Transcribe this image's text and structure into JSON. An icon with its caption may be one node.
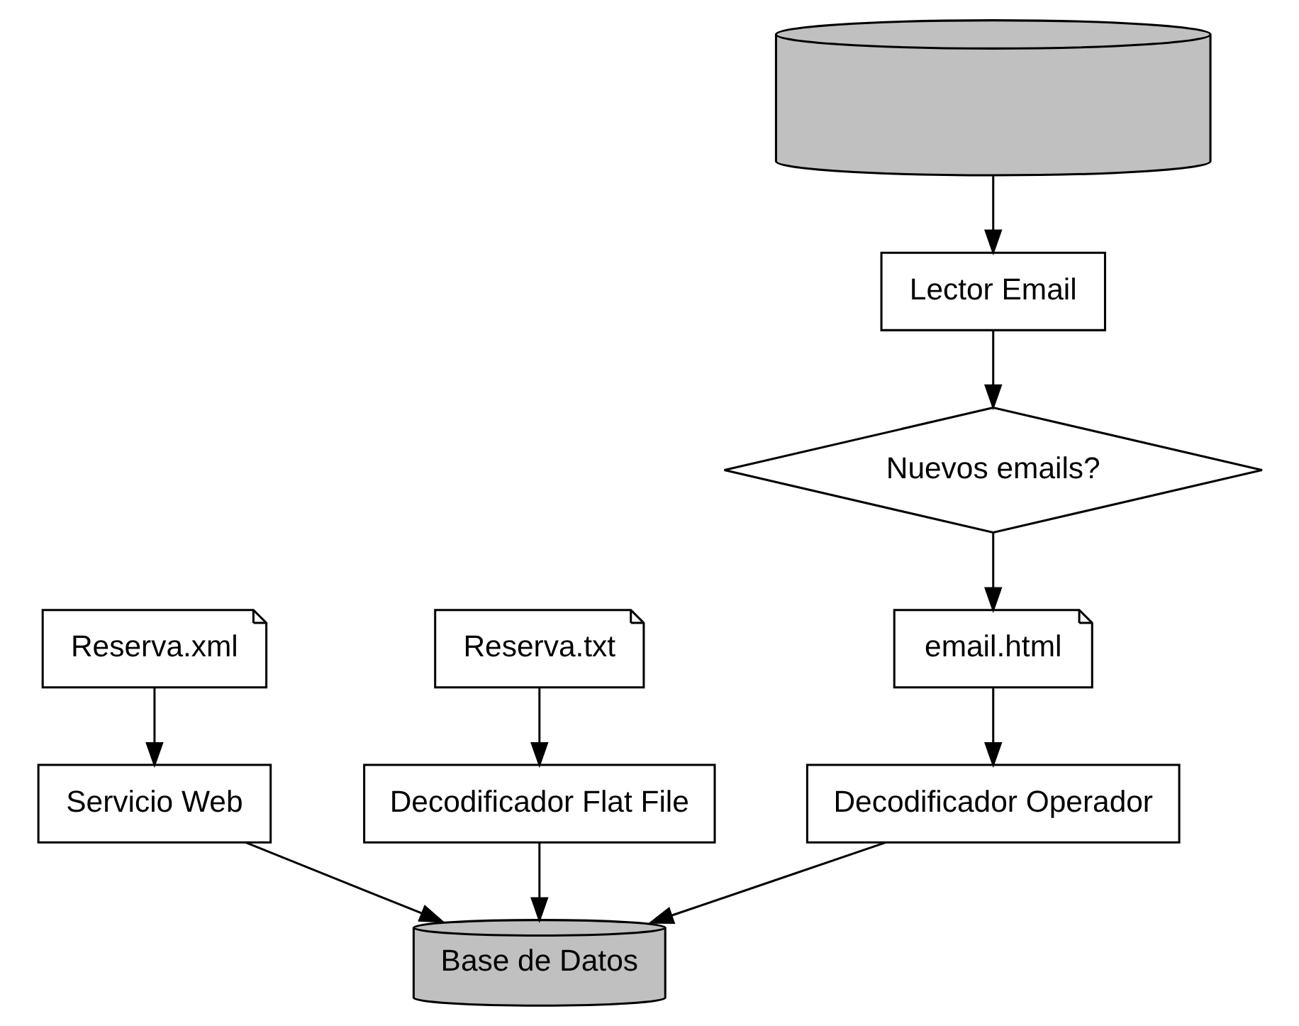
{
  "diagram": {
    "nodes": [
      {
        "text": [
          "Reserva.xml"
        ]
      },
      {
        "text": [
          "Servicio Web"
        ]
      },
      {
        "text": [
          "Reserva.txt"
        ]
      },
      {
        "text": [
          "Decodificador Flat File"
        ]
      },
      {
        "text": [
          "Base de Datos"
        ]
      },
      {
        "text": [],
        "shape": "cylinder"
      },
      {
        "text": [
          "Lector Email"
        ]
      },
      {
        "text": [
          "Nuevos emails?"
        ]
      },
      {
        "text": [
          "Decodificador Operador"
        ]
      },
      {
        "text": [
          "email.html"
        ]
      }
    ],
    "edges": [
      {
        "from": 0,
        "to": 1,
        "arrow": "to"
      },
      {
        "from": 1,
        "to": 4,
        "arrow": "to"
      },
      {
        "from": 2,
        "to": 3,
        "arrow": "to"
      },
      {
        "from": 3,
        "to": 4,
        "arrow": "to"
      },
      {
        "from": 5,
        "to": 6,
        "arrow": "to"
      },
      {
        "from": 6,
        "to": 7,
        "arrow": "to"
      },
      {
        "from": 7,
        "to": 9,
        "arrow": "to"
      },
      {
        "from": 9,
        "to": 8,
        "arrow": "to"
      },
      {
        "from": 8,
        "to": 4,
        "arrow": "to"
      }
    ]
  }
}
